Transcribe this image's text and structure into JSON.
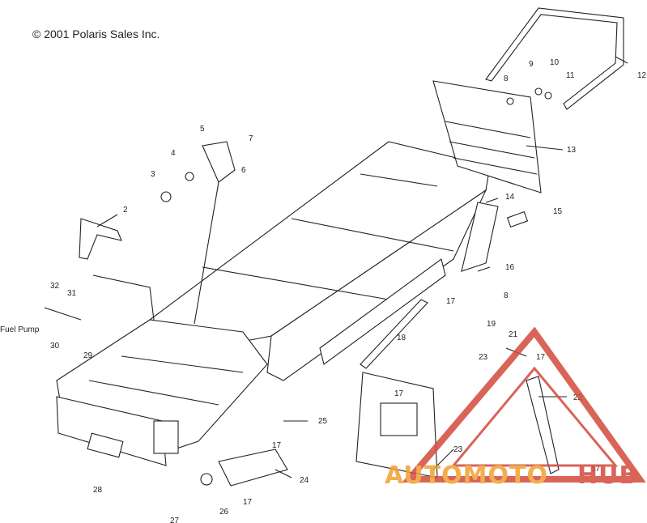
{
  "copyright": "© 2001 Polaris Sales Inc.",
  "fuel_pump_label": "Fuel Pump",
  "watermark": {
    "part1": "AUTOMOTO",
    "part2": "HUB",
    "color_a": "#f0a030",
    "color_b": "#d34a3c"
  },
  "callouts": [
    "2",
    "3",
    "4",
    "5",
    "6",
    "7",
    "8",
    "9",
    "10",
    "11",
    "12",
    "13",
    "14",
    "15",
    "16",
    "8",
    "17",
    "18",
    "19",
    "21",
    "23",
    "17",
    "22",
    "17",
    "23",
    "17",
    "24",
    "25",
    "17",
    "28",
    "29",
    "30",
    "31",
    "32",
    "17",
    "26",
    "27"
  ]
}
